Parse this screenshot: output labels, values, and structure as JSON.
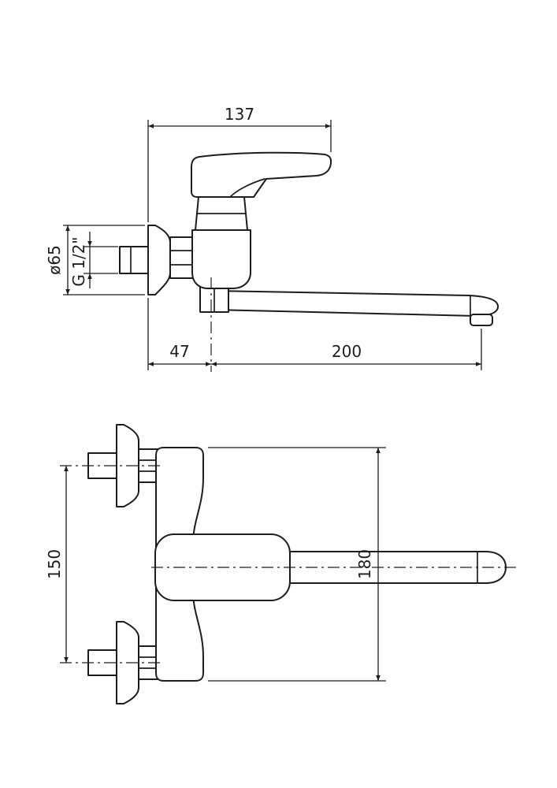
{
  "drawing": {
    "background": "#ffffff",
    "line_color": "#1d1d1d",
    "views": {
      "side": {
        "dim_width": "137",
        "dim_flange": "ø65",
        "dim_thread": "G 1/2\"",
        "dim_wall_to_spout": "47",
        "dim_spout_reach": "200"
      },
      "front": {
        "dim_inlet_spacing": "150",
        "dim_body_length": "180"
      }
    }
  }
}
